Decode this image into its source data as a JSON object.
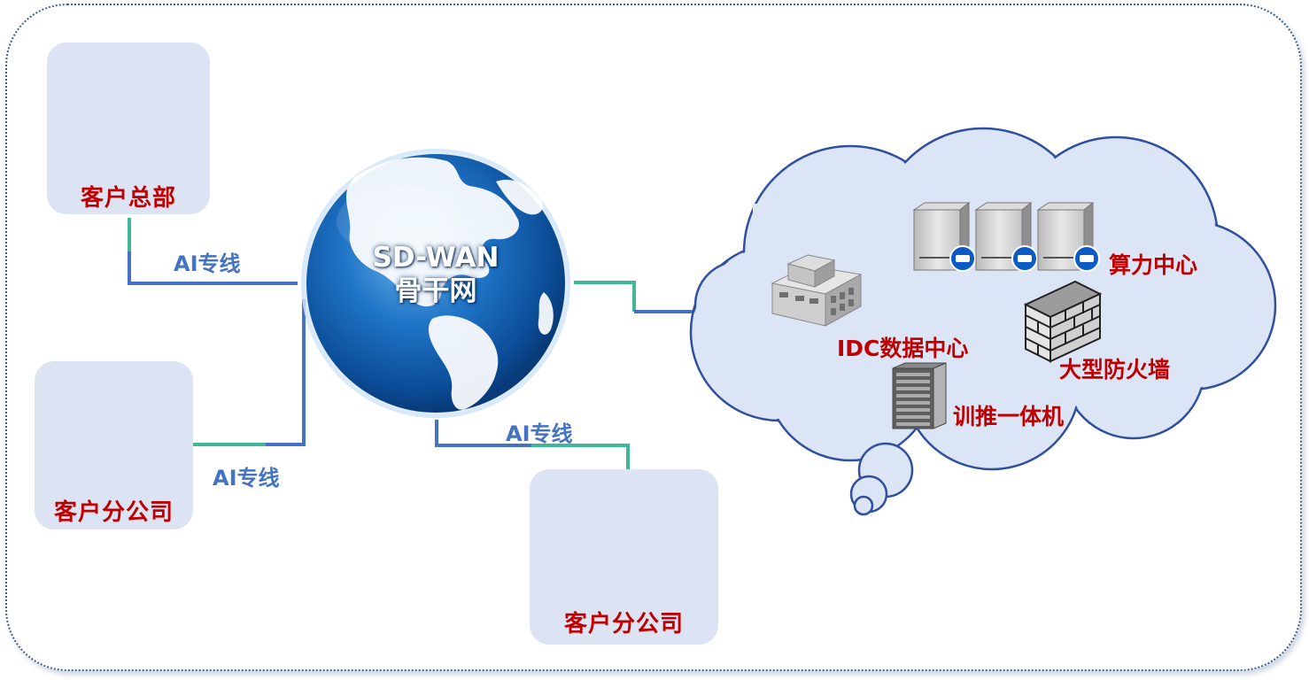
{
  "backbone": {
    "line1": "SD-WAN",
    "line2": "骨干网"
  },
  "sites": [
    {
      "label": "客户总部"
    },
    {
      "label": "客户分公司"
    },
    {
      "label": "客户分公司"
    }
  ],
  "links": [
    {
      "label": "AI专线"
    },
    {
      "label": "AI专线"
    },
    {
      "label": "AI专线"
    }
  ],
  "cloud": {
    "items": [
      {
        "label": "算力中心",
        "icon": "server-icon"
      },
      {
        "label": "IDC数据中心",
        "icon": "datacenter-building-icon"
      },
      {
        "label": "大型防火墙",
        "icon": "firewall-icon"
      },
      {
        "label": "训推一体机",
        "icon": "server-rack-icon"
      }
    ]
  },
  "colors": {
    "label_red": "#c00000",
    "link_blue": "#4472c4",
    "link_teal": "#3fb89a",
    "card_bg": "#dce4f3",
    "cloud_fill": "#dbe5f5",
    "cloud_stroke": "#2f4fa0"
  }
}
